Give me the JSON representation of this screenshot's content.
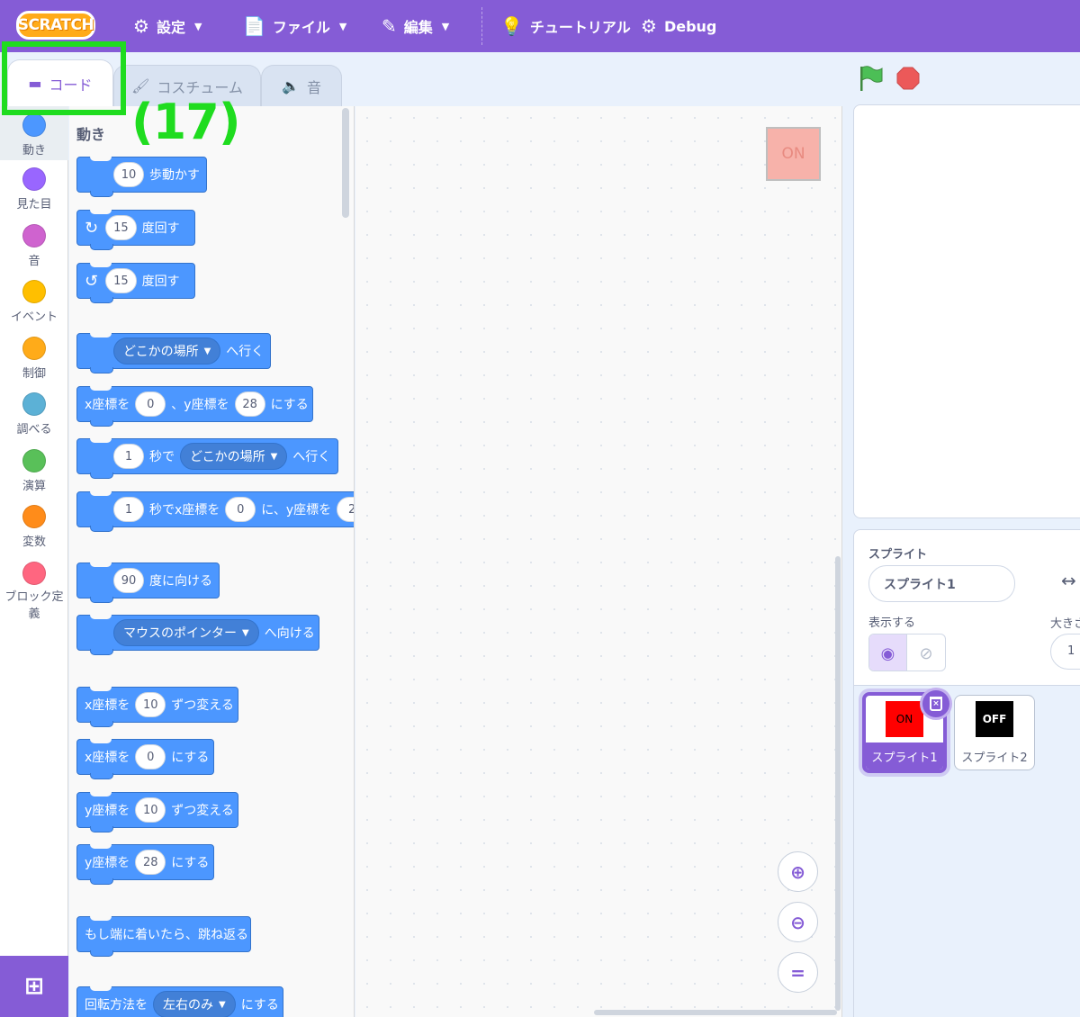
{
  "menubar": {
    "logo_text": "SCRATCH",
    "settings_label": "設定",
    "file_label": "ファイル",
    "edit_label": "編集",
    "tutorials_label": "チュートリアル",
    "debug_label": "Debug"
  },
  "tabs": {
    "code": "コード",
    "costumes": "コスチューム",
    "sounds": "音"
  },
  "annotation": {
    "step_label": "(17)",
    "highlight_color": "#1fdc1f"
  },
  "categories": [
    {
      "label": "動き",
      "color": "#4c97ff"
    },
    {
      "label": "見た目",
      "color": "#9966ff"
    },
    {
      "label": "音",
      "color": "#cf63cf"
    },
    {
      "label": "イベント",
      "color": "#ffbf00"
    },
    {
      "label": "制御",
      "color": "#ffab19"
    },
    {
      "label": "調べる",
      "color": "#5cb1d6"
    },
    {
      "label": "演算",
      "color": "#59c059"
    },
    {
      "label": "変数",
      "color": "#ff8c1a"
    },
    {
      "label": "ブロック定義",
      "color": "#ff6680"
    }
  ],
  "palette": {
    "title": "動き",
    "move": {
      "value": "10",
      "text": "歩動かす"
    },
    "turn_right": {
      "value": "15",
      "text": "度回す"
    },
    "turn_left": {
      "value": "15",
      "text": "度回す"
    },
    "goto": {
      "menu": "どこかの場所",
      "text": "へ行く"
    },
    "goto_xy": {
      "t1": "x座標を",
      "x": "0",
      "t2": "、y座標を",
      "y": "28",
      "t3": "にする"
    },
    "glide_to": {
      "value": "1",
      "t1": "秒で",
      "menu": "どこかの場所",
      "t2": "へ行く"
    },
    "glide_xy": {
      "value": "1",
      "t1": "秒でx座標を",
      "x": "0",
      "t2": "に、y座標を",
      "y": "2"
    },
    "point_dir": {
      "value": "90",
      "text": "度に向ける"
    },
    "point_towards": {
      "menu": "マウスのポインター",
      "text": "へ向ける"
    },
    "change_x": {
      "t1": "x座標を",
      "value": "10",
      "t2": "ずつ変える"
    },
    "set_x": {
      "t1": "x座標を",
      "value": "0",
      "t2": "にする"
    },
    "change_y": {
      "t1": "y座標を",
      "value": "10",
      "t2": "ずつ変える"
    },
    "set_y": {
      "t1": "y座標を",
      "value": "28",
      "t2": "にする"
    },
    "bounce": {
      "text": "もし端に着いたら、跳ね返る"
    },
    "rotation": {
      "t1": "回転方法を",
      "menu": "左右のみ",
      "t2": "にする"
    }
  },
  "script_area": {
    "sprite_thumb_text": "ON"
  },
  "sprite_info": {
    "section_label": "スプライト",
    "name_value": "スプライト1",
    "show_label": "表示する",
    "size_label": "大きさ",
    "size_value": "1"
  },
  "sprites": [
    {
      "name": "スプライト1",
      "thumb_text": "ON",
      "thumb_bg": "#ff0000",
      "thumb_fg": "#000000"
    },
    {
      "name": "スプライト2",
      "thumb_text": "OFF",
      "thumb_bg": "#000000",
      "thumb_fg": "#ffffff"
    }
  ],
  "colors": {
    "accent": "#855cd6",
    "motion": "#4c97ff"
  }
}
